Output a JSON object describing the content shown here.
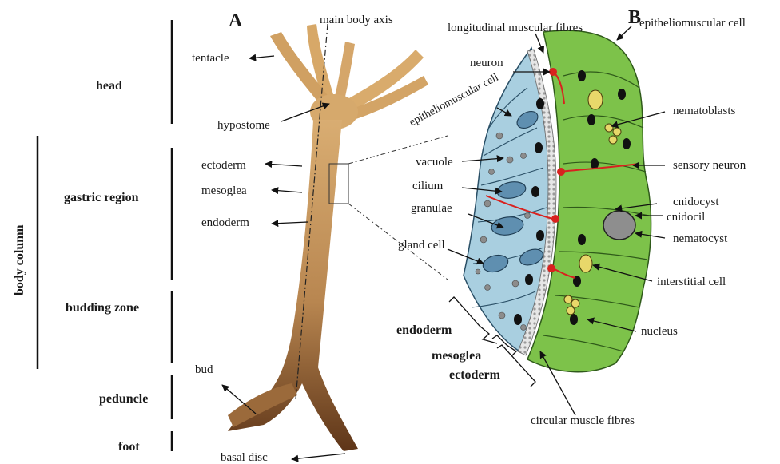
{
  "panel_labels": {
    "a": "A",
    "b": "B"
  },
  "regions": {
    "body_column": "body column",
    "head": "head",
    "gastric_region": "gastric region",
    "budding_zone": "budding zone",
    "peduncle": "peduncle",
    "foot": "foot"
  },
  "panel_a_labels": {
    "main_body_axis": "main body axis",
    "tentacle": "tentacle",
    "hypostome": "hypostome",
    "ectoderm": "ectoderm",
    "mesoglea": "mesoglea",
    "endoderm": "endoderm",
    "bud": "bud",
    "basal_disc": "basal disc"
  },
  "panel_b_labels": {
    "longitudinal_muscular_fibres": "longitudinal muscular fibres",
    "neuron": "neuron",
    "epitheliomuscular_cell_left": "epitheliomuscular cell",
    "vacuole": "vacuole",
    "cilium": "cilium",
    "granulae": "granulae",
    "gland_cell": "gland cell",
    "epitheliomuscular_cell_right": "epitheliomuscular cell",
    "nematoblasts": "nematoblasts",
    "sensory_neuron": "sensory neuron",
    "cnidocyst": "cnidocyst",
    "cnidocil": "cnidocil",
    "nematocyst": "nematocyst",
    "interstitial_cell": "interstitial cell",
    "nucleus": "nucleus",
    "circular_muscle_fibres": "circular muscle fibres"
  },
  "layer_brackets": {
    "endoderm": "endoderm",
    "mesoglea": "mesoglea",
    "ectoderm": "ectoderm"
  },
  "colors": {
    "hydra_body": "#c89a5c",
    "hydra_dark": "#8a5a2c",
    "endoderm_fill": "#a9cfe0",
    "ectoderm_fill": "#7dc24a",
    "neuron_red": "#d8221f",
    "mesoglea_grey": "#b8b8b8"
  }
}
